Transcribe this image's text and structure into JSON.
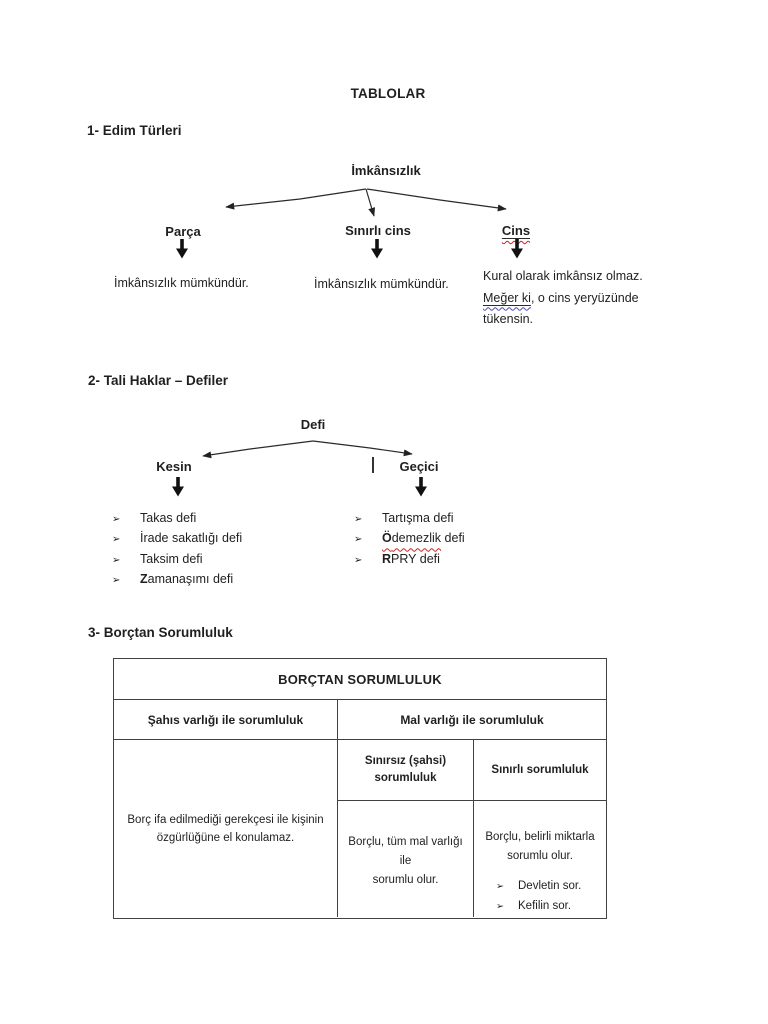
{
  "doc": {
    "title": "TABLOLAR"
  },
  "glyphs": {
    "bullet": "➢"
  },
  "colors": {
    "text": "#1f1f1f",
    "table_border": "#414141",
    "squiggle_red": "#cc2222",
    "squiggle_blue": "#4b4bb4"
  },
  "section1": {
    "heading": "1- Edim Türleri",
    "root": "İmkânsızlık",
    "branch1": {
      "label": "Parça",
      "desc": "İmkânsızlık mümkündür."
    },
    "branch2": {
      "label": "Sınırlı cins",
      "desc": "İmkânsızlık mümkündür."
    },
    "branch3": {
      "label": "Cins",
      "desc_line1": "Kural olarak imkânsız olmaz.",
      "desc_line2_marked": "Meğer ki",
      "desc_line2_rest": ", o cins yeryüzünde",
      "desc_line3": "tükensin."
    }
  },
  "section2": {
    "heading": "2- Tali Haklar – Defiler",
    "root": "Defi",
    "left": {
      "label": "Kesin",
      "items": [
        {
          "b": "",
          "mid": "",
          "tail": "Takas defi"
        },
        {
          "b": "",
          "mid": "",
          "tail": "İrade sakatlığı defi"
        },
        {
          "b": "",
          "mid": "",
          "tail": "Taksim defi"
        },
        {
          "b": "Z",
          "mid": "",
          "tail": "amanaşımı defi"
        }
      ]
    },
    "right": {
      "label": "Geçici",
      "items": [
        {
          "b": "",
          "mid": "",
          "tail": "Tartışma defi"
        },
        {
          "b": "Ö",
          "mid": "demezlik",
          "tail": " defi"
        },
        {
          "b": "R",
          "mid": "",
          "tail": "PRY defi"
        }
      ]
    }
  },
  "section3": {
    "heading": "3- Borçtan Sorumluluk",
    "table": {
      "title": "BORÇTAN SORUMLULUK",
      "col1_header": "Şahıs varlığı ile sorumluluk",
      "col2_header": "Mal varlığı ile sorumluluk",
      "col1_body": "Borç ifa edilmediği gerekçesi ile kişinin\nözgürlüğüne el konulamaz.",
      "sub1_header": "Sınırsız (şahsi)\nsorumluluk",
      "sub2_header": "Sınırlı sorumluluk",
      "sub1_body": "Borçlu, tüm mal varlığı ile\nsorumlu olur.",
      "sub2_body": "Borçlu, belirli miktarla\nsorumlu olur.",
      "sub2_items": [
        "Devletin sor.",
        "Kefilin sor."
      ]
    }
  }
}
